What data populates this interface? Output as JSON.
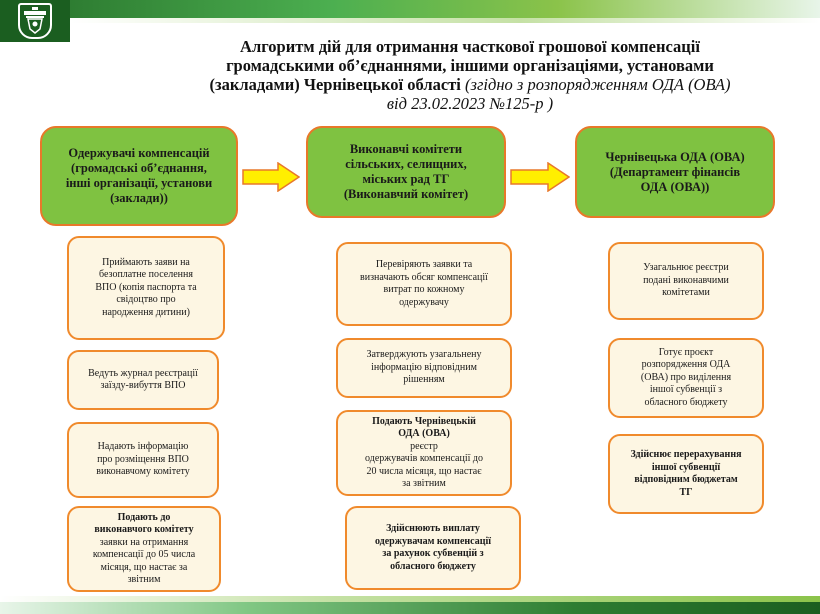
{
  "title": {
    "line1": "Алгоритм дій для отримання  часткової грошової компенсації",
    "line2": "громадськими об’єднаннями, іншими організаціями, установами",
    "line3_bold": "(закладами) Чернівецької області ",
    "line3_italic": "(згідно з розпорядженням ОДА (ОВА)",
    "line4": "від 23.02.2023 №125-р )"
  },
  "columns": [
    {
      "header": [
        "Одержувачі компенсацій",
        "(громадські об’єднання,",
        "інші організації, установи",
        "(заклади))"
      ],
      "cards": [
        [
          "Приймають заяви на",
          "безоплатне поселення",
          "ВПО (копія паспорта та",
          "свідоцтво про",
          "народження дитини)"
        ],
        [
          "Ведуть журнал реєстрації",
          "заїзду-вибуття ВПО"
        ],
        [
          "Надають інформацію",
          "про розміщення ВПО",
          "виконавчому комітету"
        ],
        [
          "Подають до",
          "виконавчого комітету",
          "заявки на отримання",
          "компенсації до 05 числа",
          "місяця, що настає за",
          "звітним"
        ]
      ]
    },
    {
      "header": [
        "Виконавчі комітети",
        "сільських, селищних,",
        "міських рад ТГ",
        "(Виконавчий комітет)"
      ],
      "cards": [
        [
          "Перевіряють заявки та",
          "визначають обсяг компенсації",
          "витрат по кожному",
          "одержувачу"
        ],
        [
          "Затверджують узагальнену",
          "інформацію відповідним",
          "рішенням"
        ],
        [
          "Подають Чернівецькій",
          "ОДА (ОВА)",
          " реєстр",
          "одержувачів компенсації до",
          "20 числа місяця, що настає",
          "за звітним"
        ],
        [
          "Здійснюють виплату",
          "одержувачам компенсації",
          "за рахунок субвенцій з",
          "обласного бюджету"
        ]
      ]
    },
    {
      "header": [
        "Чернівецька ОДА (ОВА)",
        "(Департамент фінансів",
        "ОДА (ОВА))"
      ],
      "cards": [
        [
          "Узагальнює реєстри",
          "подані виконавчими",
          "комітетами"
        ],
        [
          "Готує проєкт",
          "розпорядження ОДА",
          "(ОВА) про виділення",
          "іншої субвенції з",
          "обласного бюджету"
        ],
        [
          "Здійснює перерахування",
          "іншої субвенції",
          "відповідним бюджетам",
          "ТГ"
        ]
      ]
    }
  ],
  "colors": {
    "header_fill": "#7fc241",
    "border_orange": "#e8782a",
    "card_fill": "#fdf6e3",
    "arrow_yellow": "#ffef00",
    "brand_green": "#2e7d32"
  }
}
